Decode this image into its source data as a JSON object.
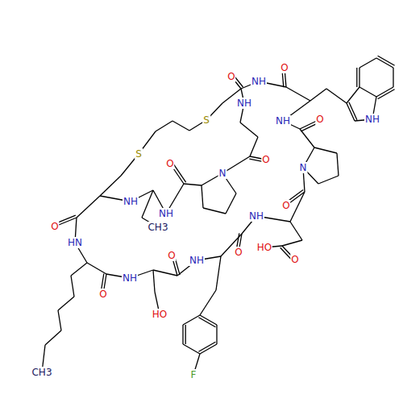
{
  "diagram": {
    "labels": [
      "O",
      "O",
      "NH",
      "NH",
      "O",
      "NH",
      "NH",
      "S",
      "S",
      "O",
      "O",
      "N",
      "N",
      "NH",
      "O",
      "NH",
      "NH",
      "O",
      "CH3",
      "HN",
      "HO",
      "O",
      "O",
      "O",
      "NH",
      "NH",
      "O",
      "HO",
      "F",
      "CH3"
    ]
  }
}
